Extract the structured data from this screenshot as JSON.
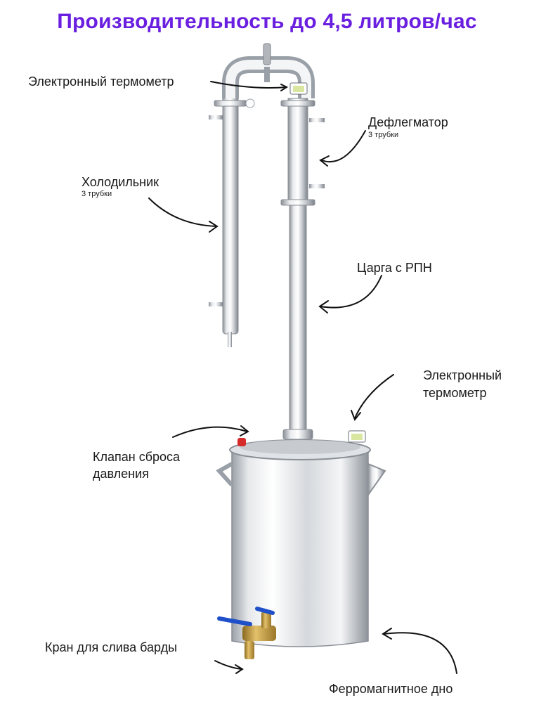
{
  "title": "Производительность до 4,5 литров/час",
  "labels": {
    "thermometer_top": "Электронный термометр",
    "dephlegmator": "Дефлегматор",
    "dephlegmator_sub": "3 трубки",
    "condenser": "Холодильник",
    "condenser_sub": "3 трубки",
    "column": "Царга с РПН",
    "thermometer_bottom_line1": "Электронный",
    "thermometer_bottom_line2": "термометр",
    "valve_line1": "Клапан сброса",
    "valve_line2": "давления",
    "drain_tap": "Кран для слива барды",
    "ferro_bottom": "Ферромагнитное дно"
  },
  "colors": {
    "title": "#6a1fe0",
    "steel_light": "#f2f3f5",
    "steel_dark": "#8a8f96",
    "brass": "#c9a042",
    "tap_handle": "#1f4fc9",
    "valve_red": "#d62b2b"
  }
}
